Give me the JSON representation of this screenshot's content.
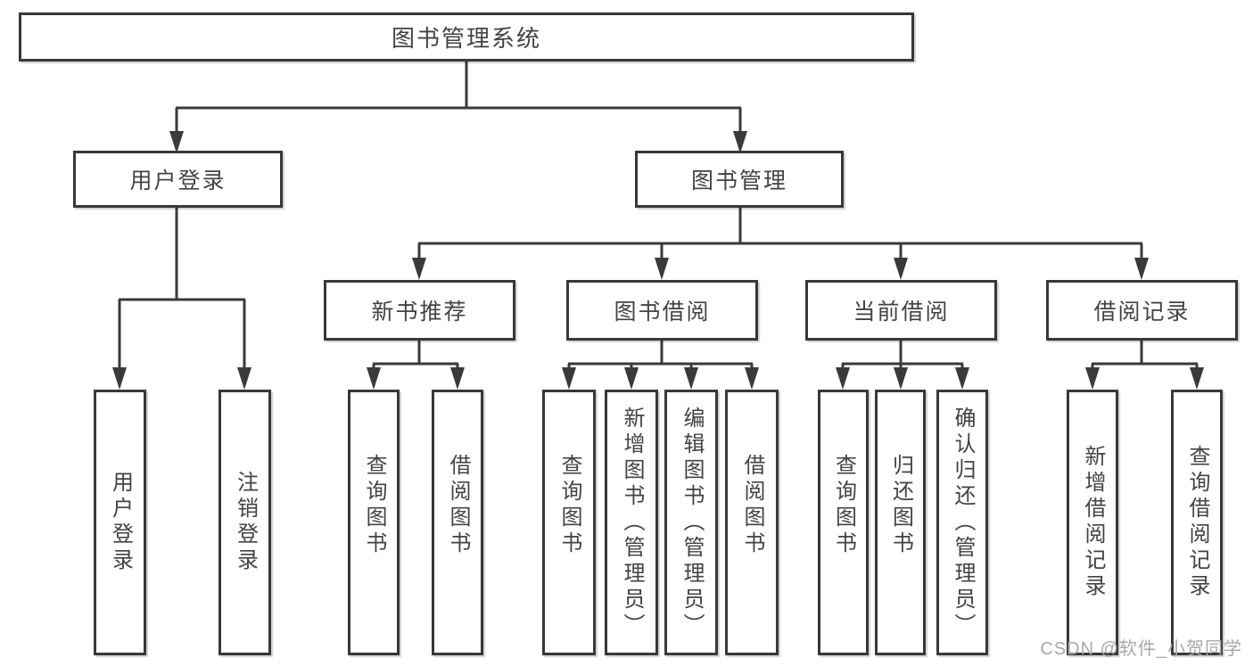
{
  "root": {
    "label": "图书管理系统"
  },
  "level2": [
    {
      "label": "用户登录"
    },
    {
      "label": "图书管理"
    }
  ],
  "user_children": [
    {
      "label": "用户登录"
    },
    {
      "label": "注销登录"
    }
  ],
  "categories": [
    {
      "label": "新书推荐",
      "children": [
        {
          "label": "查询图书"
        },
        {
          "label": "借阅图书"
        }
      ]
    },
    {
      "label": "图书借阅",
      "children": [
        {
          "label": "查询图书"
        },
        {
          "label": "新增图书（管理员）"
        },
        {
          "label": "编辑图书（管理员）"
        },
        {
          "label": "借阅图书"
        }
      ]
    },
    {
      "label": "当前借阅",
      "children": [
        {
          "label": "查询图书"
        },
        {
          "label": "归还图书"
        },
        {
          "label": "确认归还（管理员）"
        }
      ]
    },
    {
      "label": "借阅记录",
      "children": [
        {
          "label": "新增借阅记录"
        },
        {
          "label": "查询借阅记录"
        }
      ]
    }
  ],
  "watermark": {
    "text": "CSDN @软件_小贺同学"
  },
  "colors": {
    "line": "#3a3a3a",
    "box_border": "#383838",
    "text": "#434343",
    "watermark": "#a8a8a8",
    "background": "#ffffff"
  }
}
